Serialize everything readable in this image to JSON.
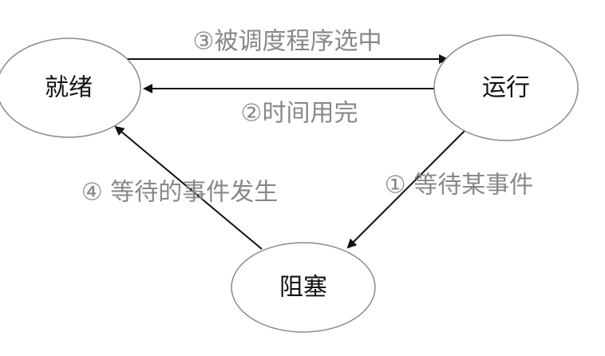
{
  "nodes": {
    "ready": "就绪",
    "running": "运行",
    "blocked": "阻塞"
  },
  "edges": {
    "ready_to_running": "③被调度程序选中",
    "running_to_ready": "②时间用完",
    "running_to_blocked": "① 等待某事件",
    "blocked_to_ready": "④ 等待的事件发生"
  },
  "colors": {
    "node_stroke": "#8a8a8a",
    "arrow_stroke": "#111111",
    "label_text": "#111111",
    "edge_label_text": "#888888",
    "background": "#ffffff"
  }
}
